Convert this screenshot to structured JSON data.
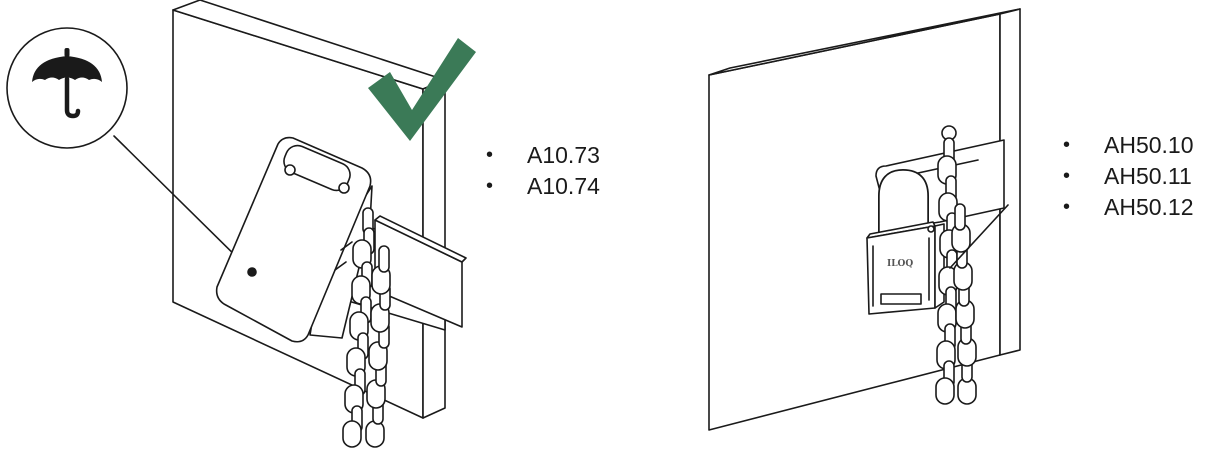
{
  "left_panel": {
    "models": [
      "A10.73",
      "A10.74"
    ],
    "symbol": "umbrella-icon",
    "approval_mark": "checkmark-icon",
    "check_color": "#3b7a57"
  },
  "right_panel": {
    "models": [
      "AH50.10",
      "AH50.11",
      "AH50.12"
    ],
    "padlock_text": "ILOQ"
  }
}
